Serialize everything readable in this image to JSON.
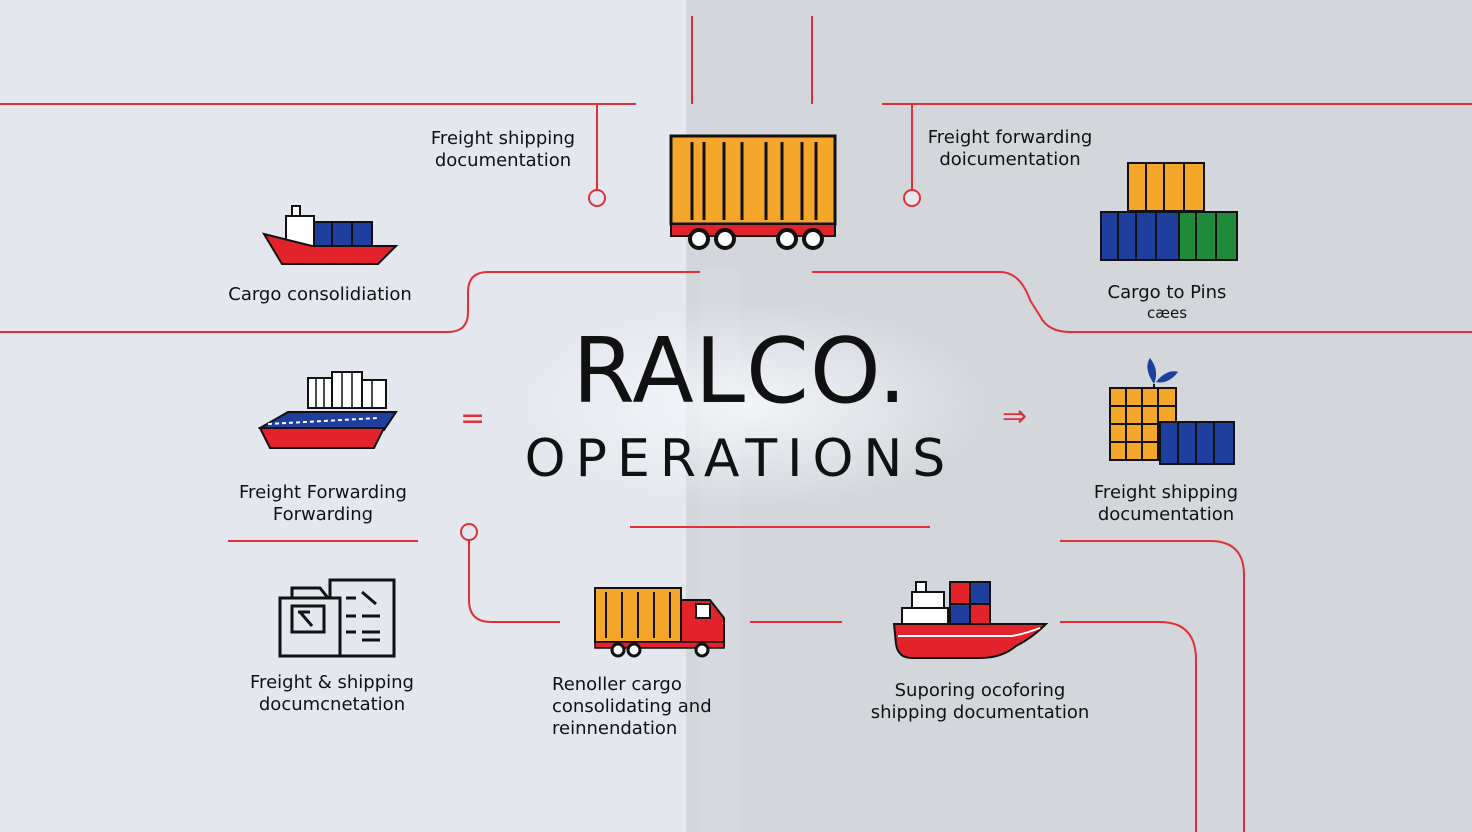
{
  "title": "RALCO.",
  "subtitle": "OPERATIONS",
  "colors": {
    "accent_line": "#e0303a",
    "ship_hull": "#e3232c",
    "container_blue": "#1e3f9e",
    "container_orange": "#f4a72a",
    "container_green": "#1f8a3a",
    "outline": "#111111"
  },
  "nodes": [
    {
      "id": "tl-doc",
      "icon": "",
      "lines": [
        "Freight shipping",
        "documentation"
      ]
    },
    {
      "id": "top-train",
      "icon": "train-container-icon",
      "lines": []
    },
    {
      "id": "tr-doc",
      "icon": "",
      "lines": [
        "Freight forwarding",
        "doicumentation"
      ]
    },
    {
      "id": "cargo-consolidation",
      "icon": "small-ship-icon",
      "lines": [
        "Cargo consolidiation"
      ]
    },
    {
      "id": "cargo-to-pins",
      "icon": "stacked-containers-icon",
      "lines": [
        "Cargo to Pins",
        "cæes"
      ]
    },
    {
      "id": "freight-forwarding",
      "icon": "cargo-ship-icon",
      "lines": [
        "Freight Forwarding",
        "Forwarding"
      ]
    },
    {
      "id": "freight-shipping-right",
      "icon": "containers-plant-icon",
      "lines": [
        "Freight shipping",
        "documentation"
      ]
    },
    {
      "id": "freight-shipping-doc",
      "icon": "document-icon",
      "lines": [
        "Freight & shipping",
        "documcnetation"
      ]
    },
    {
      "id": "renoller",
      "icon": "truck-icon",
      "lines": [
        "Renoller cargo",
        "consolidating and",
        "reinnendation"
      ]
    },
    {
      "id": "suporing",
      "icon": "tugboat-icon",
      "lines": [
        "Suporing ocoforing",
        "shipping documentation"
      ]
    }
  ],
  "decor": {
    "equals": "=",
    "arrow": "⇒"
  }
}
